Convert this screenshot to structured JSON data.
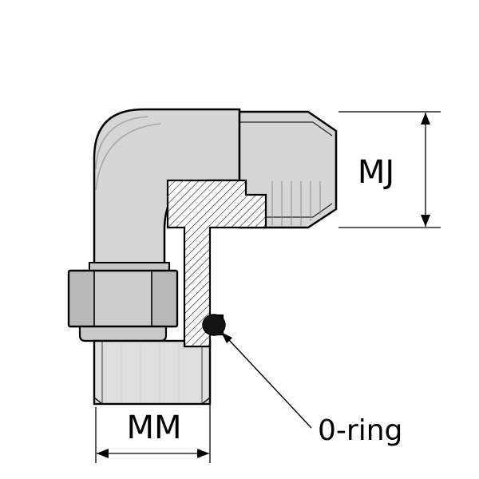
{
  "diagram": {
    "labels": {
      "mj": "MJ",
      "mm": "MM",
      "oring": "0-ring"
    },
    "colors": {
      "line": "#000000",
      "body_fill": "#d6d6d6",
      "nut_fill": "#cccccc",
      "nut_side_fill": "#b9b9b9",
      "collar_fill": "#c9c9c9",
      "stud_fill": "#dedede",
      "shoulder_fill": "#c7c7c7",
      "hatch_bg": "#ffffff",
      "oring_fill": "#141414",
      "background": "#ffffff"
    }
  }
}
